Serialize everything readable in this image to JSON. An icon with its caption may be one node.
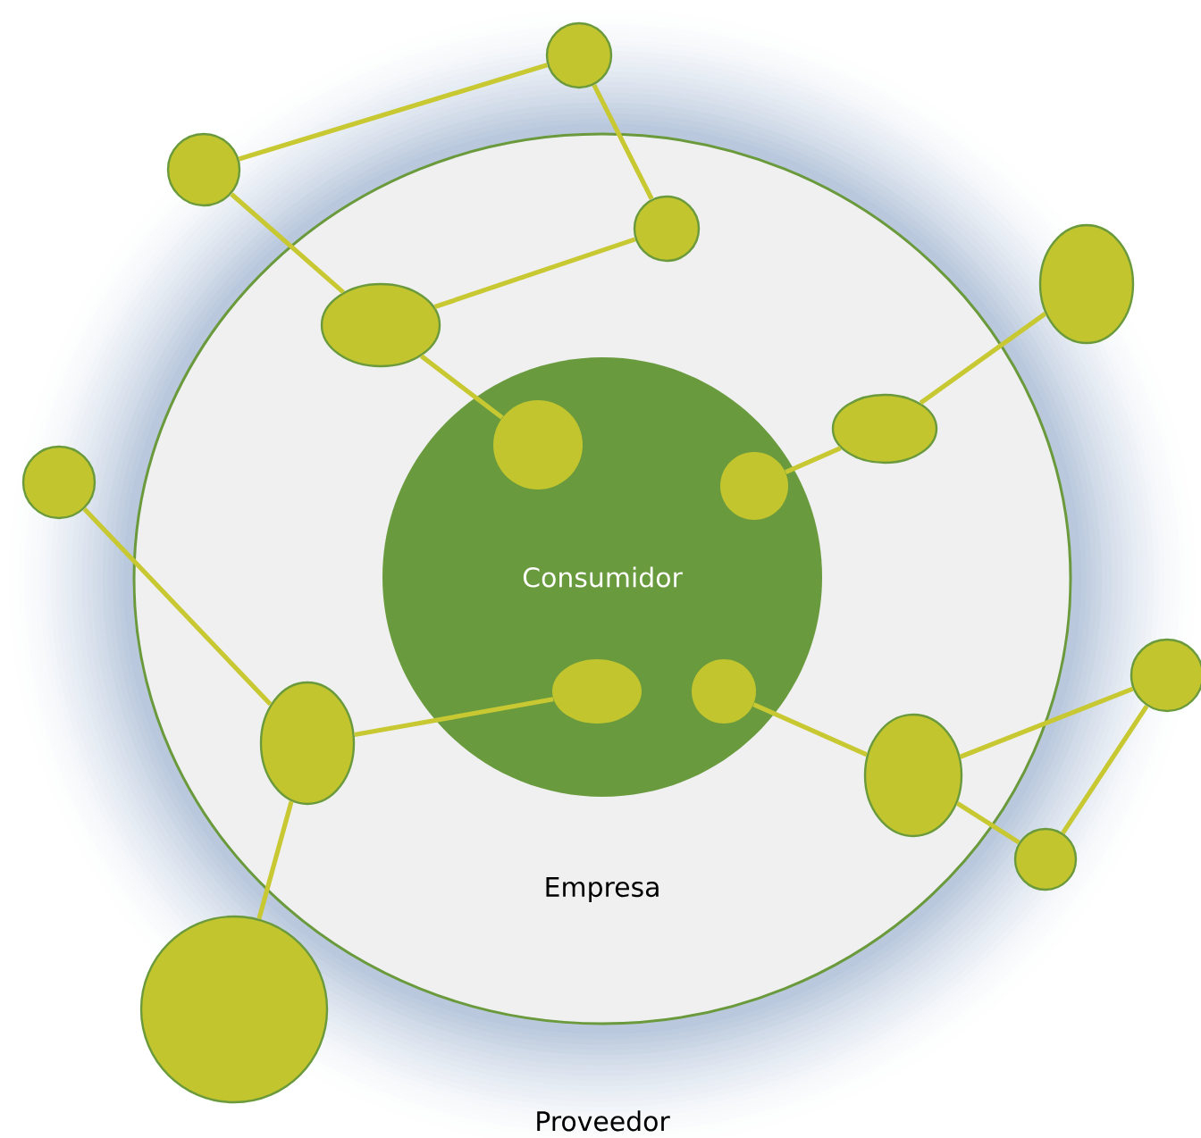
{
  "diagram": {
    "nodes": [
      {
        "text": [
          "Proveedor"
        ]
      },
      {
        "text": [
          "Empresa"
        ],
        "in": 0
      },
      {
        "text": [
          "Consumidor"
        ],
        "in": 1
      },
      {
        "text": [],
        "shape": "circle"
      },
      {
        "text": [],
        "shape": "circle"
      },
      {
        "text": [],
        "shape": "circle",
        "in": 1
      },
      {
        "text": [],
        "shape": "circle"
      },
      {
        "text": [],
        "shape": "circle",
        "in": 1
      },
      {
        "text": [],
        "shape": "circle",
        "in": 1
      },
      {
        "text": [],
        "shape": "circle",
        "in": 2
      },
      {
        "text": [],
        "shape": "circle"
      },
      {
        "text": [],
        "shape": "circle",
        "in": 2
      },
      {
        "text": [],
        "shape": "circle"
      },
      {
        "text": [],
        "shape": "circle",
        "in": 2
      },
      {
        "text": [],
        "shape": "circle",
        "in": 2
      },
      {
        "text": [],
        "shape": "circle",
        "in": 1
      },
      {
        "text": [],
        "shape": "circle",
        "in": 1
      },
      {
        "text": [],
        "shape": "circle"
      },
      {
        "text": [],
        "shape": "circle"
      }
    ],
    "edges": [
      {
        "from": 4,
        "to": 3,
        "arrow": "none"
      },
      {
        "from": 3,
        "to": 5,
        "arrow": "none"
      },
      {
        "from": 5,
        "to": 7,
        "arrow": "none"
      },
      {
        "from": 4,
        "to": 7,
        "arrow": "none"
      },
      {
        "from": 7,
        "to": 9,
        "arrow": "none"
      },
      {
        "from": 6,
        "to": 8,
        "arrow": "none"
      },
      {
        "from": 8,
        "to": 11,
        "arrow": "none"
      },
      {
        "from": 10,
        "to": 15,
        "arrow": "none"
      },
      {
        "from": 15,
        "to": 13,
        "arrow": "none"
      },
      {
        "from": 15,
        "to": 18,
        "arrow": "none"
      },
      {
        "from": 14,
        "to": 16,
        "arrow": "none"
      },
      {
        "from": 16,
        "to": 12,
        "arrow": "none"
      },
      {
        "from": 12,
        "to": 17,
        "arrow": "none"
      },
      {
        "from": 16,
        "to": 17,
        "arrow": "none"
      }
    ]
  }
}
